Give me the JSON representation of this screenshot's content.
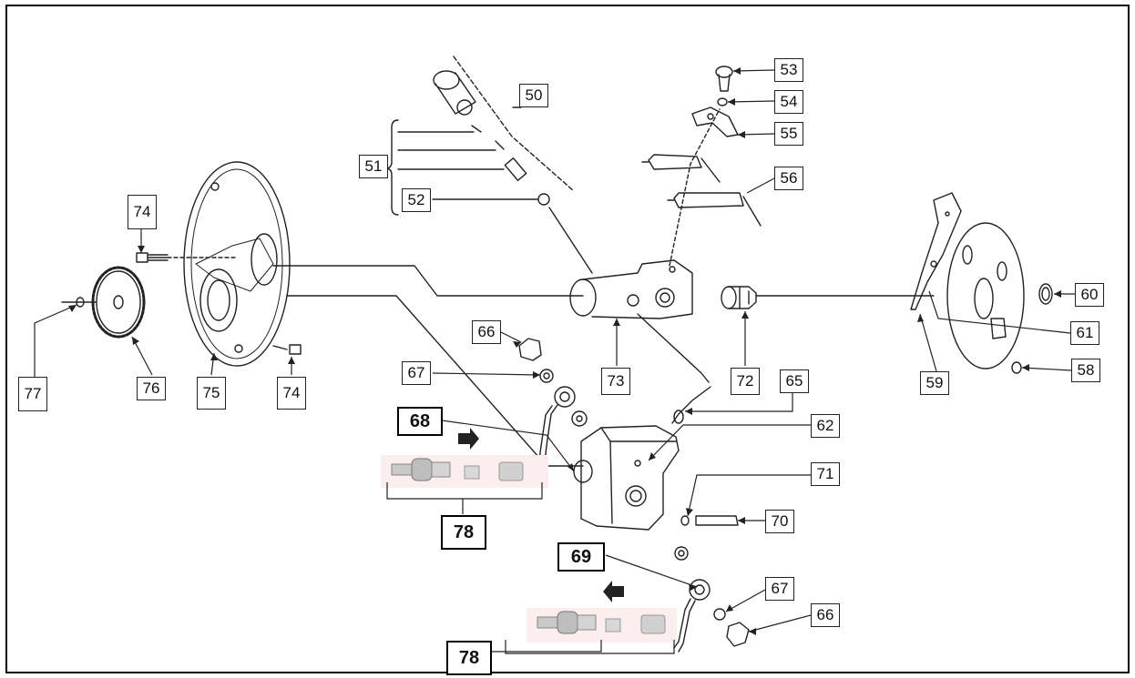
{
  "diagram": {
    "callouts": {
      "c50": "50",
      "c51": "51",
      "c52": "52",
      "c53": "53",
      "c54": "54",
      "c55": "55",
      "c56": "56",
      "c58": "58",
      "c59": "59",
      "c60": "60",
      "c61": "61",
      "c62": "62",
      "c65": "65",
      "c66a": "66",
      "c66b": "66",
      "c67a": "67",
      "c67b": "67",
      "c68": "68",
      "c69": "69",
      "c70": "70",
      "c71": "71",
      "c72": "72",
      "c73": "73",
      "c74a": "74",
      "c74b": "74",
      "c75": "75",
      "c76": "76",
      "c77": "77",
      "c78a": "78",
      "c78b": "78"
    }
  }
}
